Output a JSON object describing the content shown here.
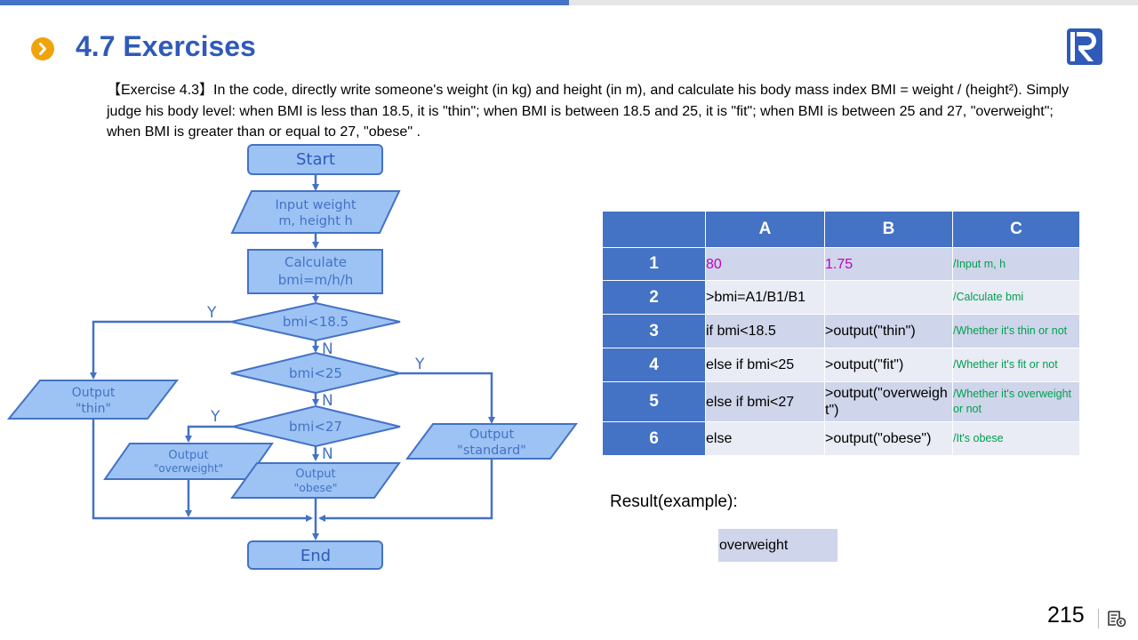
{
  "header": {
    "title": "4.7 Exercises",
    "accent_color": "#F0A30A",
    "title_color": "#2F5AB8",
    "bullet_icon": "chevron-right-icon",
    "logo_icon": "r-logo-icon"
  },
  "description": "【Exercise 4.3】In the code, directly write someone's weight (in kg) and height (in m), and calculate his body mass index BMI = weight / (height²). Simply judge his body level: when BMI is less than 18.5, it is \"thin\"; when BMI is between 18.5 and 25, it is \"fit\"; when BMI is between 25 and 27, \"overweight\"; when BMI is greater than or equal to 27, \"obese\" .",
  "flowchart": {
    "start": "Start",
    "input_line1": "Input weight",
    "input_line2": "m, height h",
    "calc_line1": "Calculate",
    "calc_line2": "bmi=m/h/h",
    "cond1": "bmi<18.5",
    "cond2": "bmi<25",
    "cond3": "bmi<27",
    "yes": "Y",
    "no": "N",
    "out_thin_line1": "Output",
    "out_thin_line2": "\"thin\"",
    "out_over_line1": "Output",
    "out_over_line2": "\"overweight\"",
    "out_obese_line1": "Output",
    "out_obese_line2": "\"obese\"",
    "out_standard_line1": "Output",
    "out_standard_line2": "\"standard\"",
    "end": "End"
  },
  "sheet": {
    "columns": [
      "A",
      "B",
      "C"
    ],
    "rows": [
      {
        "num": "1",
        "a": "80",
        "b": "1.75",
        "c": "/Input m, h"
      },
      {
        "num": "2",
        "a": ">bmi=A1/B1/B1",
        "b": "",
        "c": "/Calculate bmi"
      },
      {
        "num": "3",
        "a": "if bmi<18.5",
        "b": ">output(\"thin\")",
        "c": "/Whether it's thin or not"
      },
      {
        "num": "4",
        "a": "else if bmi<25",
        "b": ">output(\"fit\")",
        "c": "/Whether it's fit or not"
      },
      {
        "num": "5",
        "a": "else if bmi<27",
        "b": ">output(\"overweight\")",
        "c": "/Whether it's overweight or not"
      },
      {
        "num": "6",
        "a": "else",
        "b": ">output(\"obese\")",
        "c": "/It's obese"
      }
    ]
  },
  "result": {
    "label": "Result(example):",
    "value": "overweight"
  },
  "footer": {
    "page_number": "215",
    "nav_icon": "slide-nav-icon"
  }
}
